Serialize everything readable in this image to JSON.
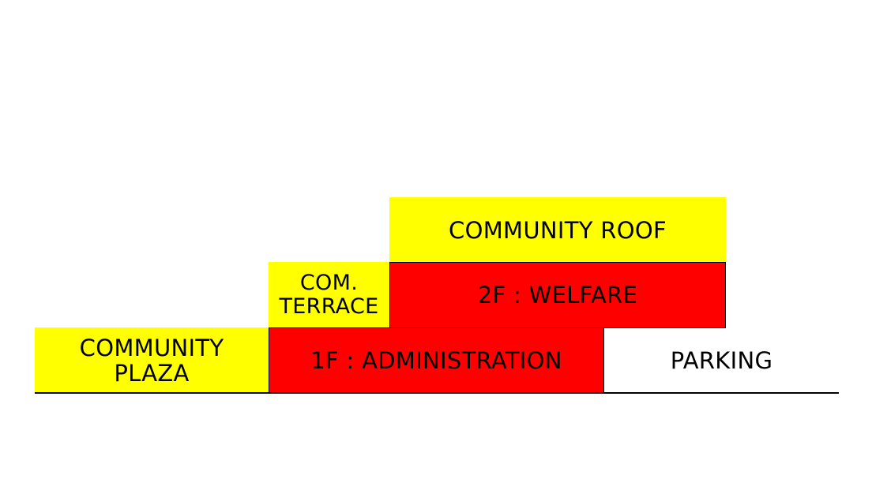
{
  "colors": {
    "yellow": "#ffff00",
    "red": "#ff0000"
  },
  "blocks": {
    "roof": {
      "lines": [
        "COMMUNITY ROOF"
      ]
    },
    "second_floor": {
      "lines": [
        "2F : WELFARE"
      ]
    },
    "terrace": {
      "lines": [
        "COM.",
        "TERRACE"
      ]
    },
    "plaza": {
      "lines": [
        "COMMUNITY",
        "PLAZA"
      ]
    },
    "first_floor": {
      "lines": [
        "1F : ADMINISTRATION"
      ]
    },
    "parking": {
      "lines": [
        "PARKING"
      ]
    }
  }
}
